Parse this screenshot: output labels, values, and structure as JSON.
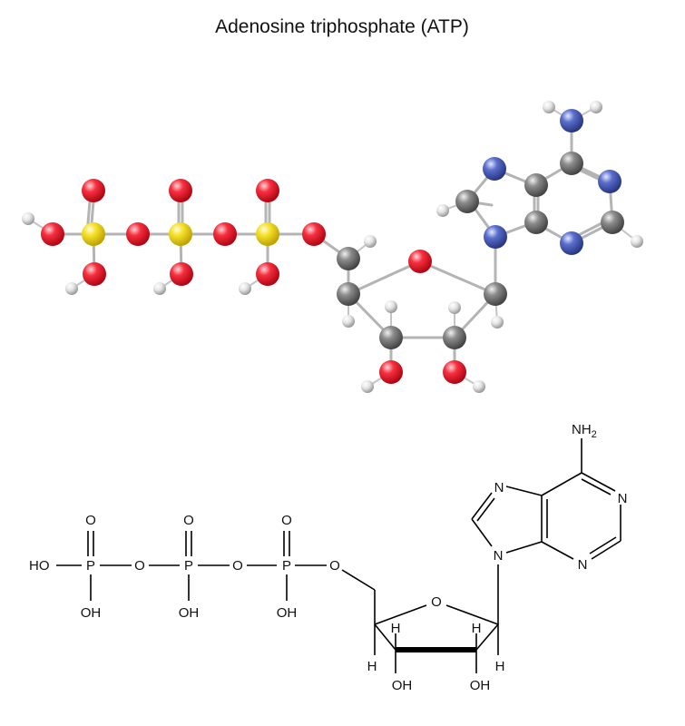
{
  "title": "Adenosine triphosphate (ATP)",
  "colors": {
    "oxygen": "#e8102a",
    "phosphorus": "#f2dc1c",
    "carbon": "#7d7d7d",
    "nitrogen": "#4a5fb8",
    "hydrogen": "#e6e6e6"
  },
  "structural_labels": {
    "ho": "HO",
    "oh": "OH",
    "o": "O",
    "p": "P",
    "n": "N",
    "h": "H",
    "nh2_n": "NH",
    "nh2_sub": "2"
  }
}
